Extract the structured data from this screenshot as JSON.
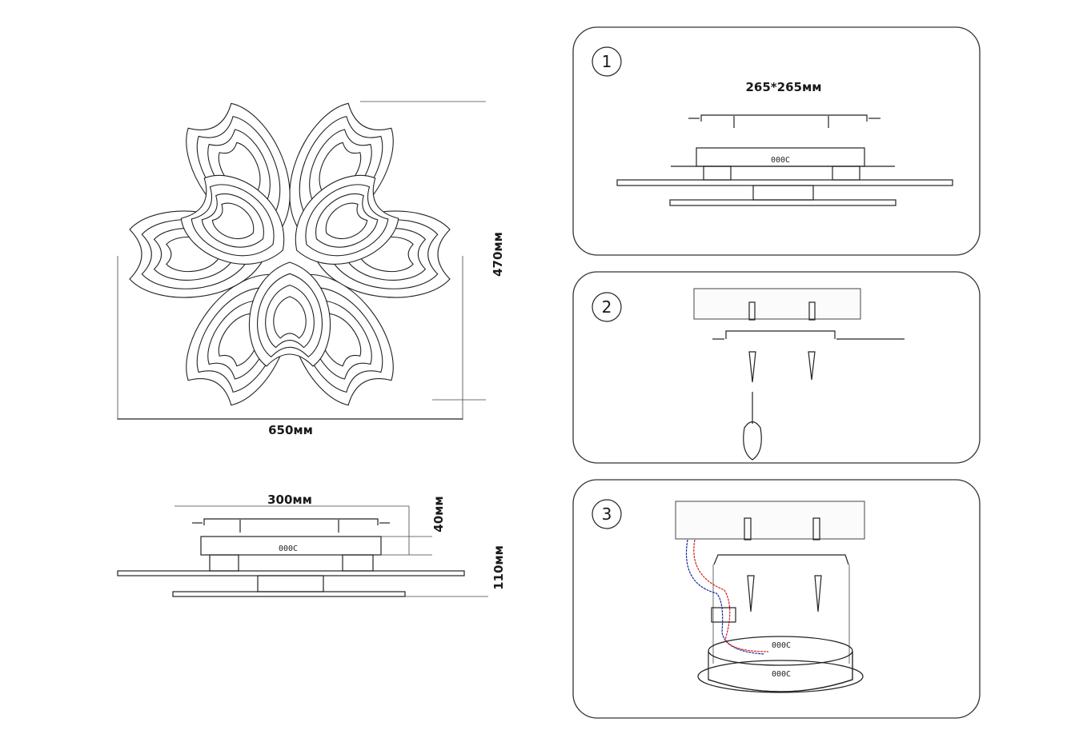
{
  "top_view": {
    "width_label": "650мм",
    "height_label": "470мм"
  },
  "side_view": {
    "width_label": "300мм",
    "base_height_label": "40мм",
    "total_height_label": "110мм",
    "driver_label": "000C"
  },
  "steps": [
    {
      "number": "1",
      "dimension_label": "265*265мм",
      "driver_label": "000C"
    },
    {
      "number": "2"
    },
    {
      "number": "3",
      "driver_label_top": "000C",
      "driver_label_bottom": "000C"
    }
  ],
  "colors": {
    "wire_live": "#d62020",
    "wire_neutral": "#1a2aa0",
    "line": "#222222"
  }
}
